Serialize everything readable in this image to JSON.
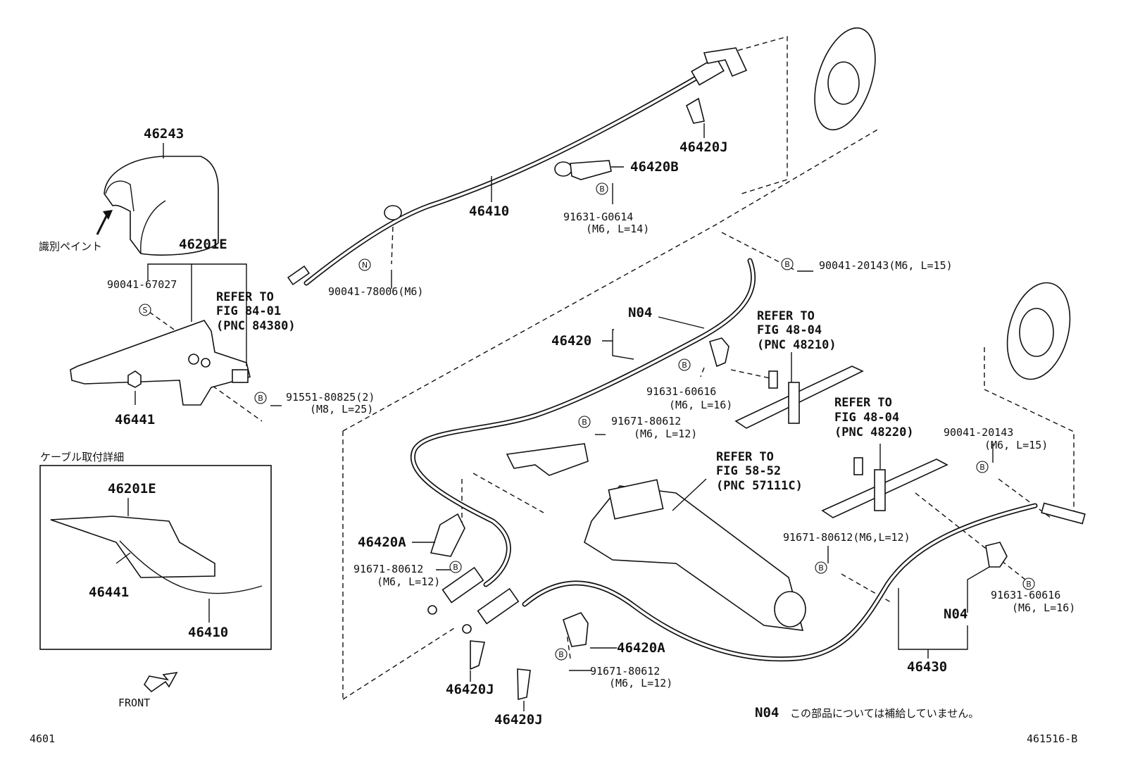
{
  "labels": {
    "p46243": "46243",
    "id_paint": "識別ペイント",
    "p46201e": "46201E",
    "p90041_67027": "90041-67027",
    "refer84_a": "REFER TO",
    "refer84_b": "FIG 84-01",
    "refer84_c": "(PNC 84380)",
    "p46441": "46441",
    "p91551": "91551-80825(2)",
    "p91551_spec": "(M8, L=25)",
    "p46410": "46410",
    "p90041_78006": "90041-78006(M6)",
    "p46420j_top": "46420J",
    "p46420b": "46420B",
    "p91631_g0614": "91631-G0614",
    "p91631_g0614_spec": "(M6, L=14)",
    "p90041_20143_top": "90041-20143(M6, L=15)",
    "n04_top": "N04",
    "p46420": "46420",
    "refer48a_a": "REFER TO",
    "refer48a_b": "FIG 48-04",
    "refer48a_c": "(PNC 48210)",
    "p91631_60616_a": "91631-60616",
    "p91631_60616_a_spec": "(M6, L=16)",
    "p91671_80612_a": "91671-80612",
    "p91671_80612_a_spec": "(M6, L=12)",
    "refer48b_a": "REFER TO",
    "refer48b_b": "FIG 48-04",
    "refer48b_c": "(PNC 48220)",
    "p90041_20143_right": "90041-20143",
    "p90041_20143_right_spec": "(M6, L=15)",
    "refer58_a": "REFER TO",
    "refer58_b": "FIG 58-52",
    "refer58_c": "(PNC 57111C)",
    "p46420a_left": "46420A",
    "p91671_80612_b": "91671-80612",
    "p91671_80612_b_spec": "(M6, L=12)",
    "p91671_80612_c": "91671-80612(M6,L=12)",
    "p91631_60616_b": "91631-60616",
    "p91631_60616_b_spec": "(M6, L=16)",
    "n04_right": "N04",
    "p46430": "46430",
    "p46420a_bottom": "46420A",
    "p91671_80612_d": "91671-80612",
    "p91671_80612_d_spec": "(M6, L=12)",
    "p46420j_b1": "46420J",
    "p46420j_b2": "46420J",
    "inset_title": "ケーブル取付詳細",
    "inset_46201e": "46201E",
    "inset_46441": "46441",
    "inset_46410": "46410",
    "front": "FRONT",
    "note_code": "N04",
    "note_text": "この部品については補給していません。",
    "fig_left": "4601",
    "fig_right": "461516-B"
  },
  "markers": {
    "b": "B",
    "n": "N",
    "s": "S"
  }
}
